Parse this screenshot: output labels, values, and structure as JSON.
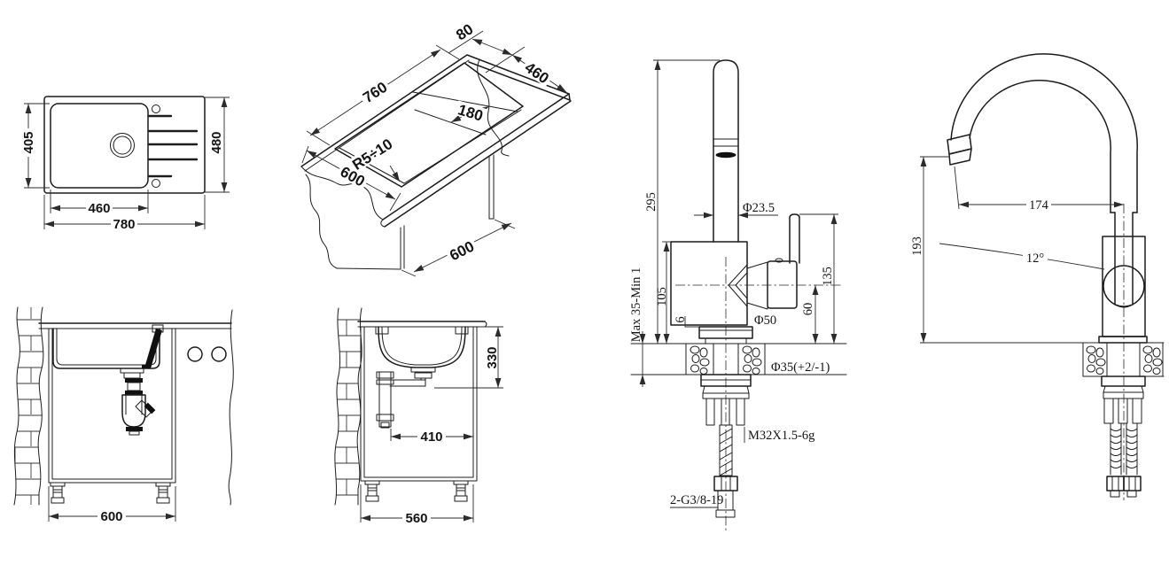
{
  "drawing": {
    "background": "#ffffff",
    "line_color": "#1c1c1c"
  },
  "views": {
    "sink_top_view": {
      "dims": {
        "bowl_height": "405",
        "overall_height": "480",
        "bowl_width": "460",
        "overall_width": "780"
      }
    },
    "countertop_cutout_iso": {
      "dims": {
        "rim_offset": "80",
        "cutout_depth": "460",
        "cutout_length": "760",
        "drainer_section": "180",
        "corner_radius": "R5÷10",
        "cabinet_depth": "600",
        "cabinet_width": "600"
      }
    },
    "faucet_side_view": {
      "dims": {
        "spout_height": "295",
        "spout_diameter": "Φ23.5",
        "handle_height": "135",
        "body_height": "105",
        "handle_axis_height": "60",
        "base_diameter": "Φ50",
        "mount_hole": "Φ35(+2/-1)",
        "base_plate_thickness": "6",
        "deck_thickness": "Max 35-Min 1",
        "shank_thread": "M32X1.5-6g",
        "hose_thread": "2-G3/8-19"
      }
    },
    "faucet_front_view": {
      "dims": {
        "spout_reach": "174",
        "spout_height": "193",
        "tilt_angle": "12°"
      }
    },
    "cabinet_front_view": {
      "dims": {
        "cabinet_width": "600"
      }
    },
    "cabinet_side_view": {
      "dims": {
        "drain_height": "330",
        "drain_offset": "410",
        "cabinet_depth": "560"
      }
    }
  }
}
